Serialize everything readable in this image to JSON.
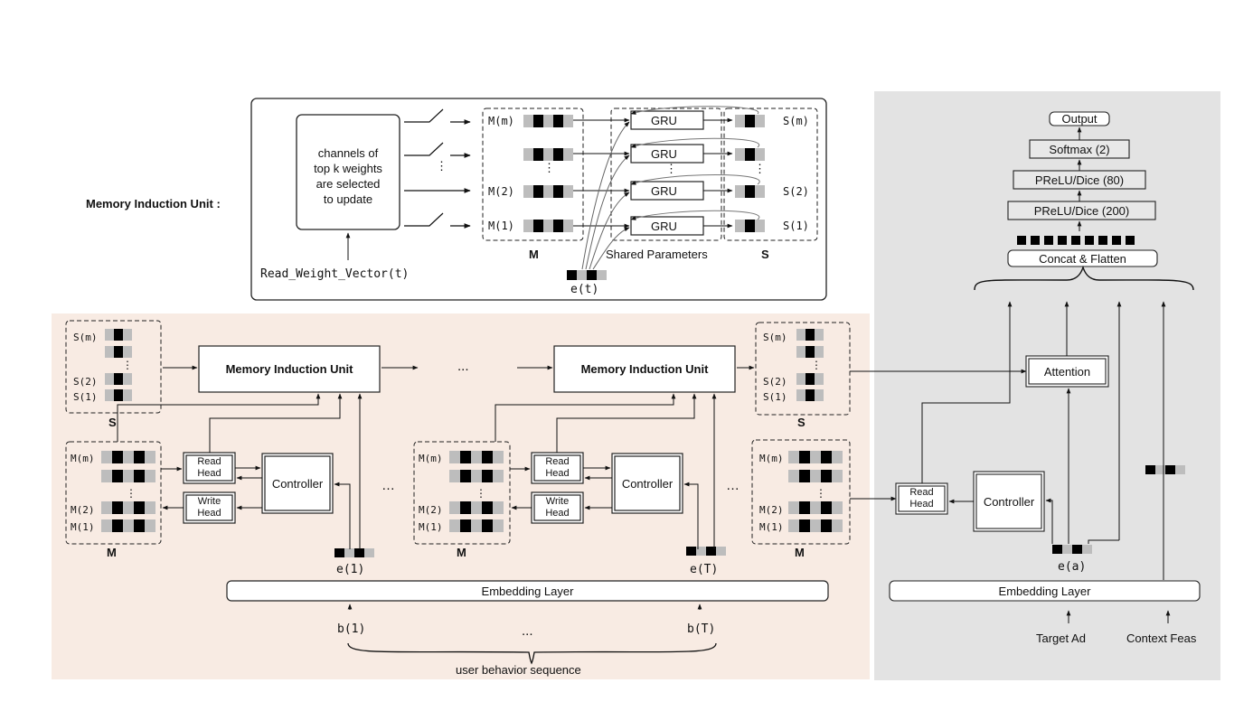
{
  "mi_panel": {
    "title": "Memory Induction Unit :",
    "channels_text": "channels of top k weights are selected to update",
    "channels_lines": [
      "channels of",
      "top k weights",
      "are selected",
      "to update"
    ],
    "read_weight_vector": "Read_Weight_Vector(t)",
    "memory_slots": [
      "M(m)",
      "M(2)",
      "M(1)"
    ],
    "memory_label": "M",
    "gru_label": "GRU",
    "shared_params": "Shared Parameters",
    "state_slots": [
      "S(m)",
      "S(2)",
      "S(1)"
    ],
    "state_label": "S",
    "input": "e(t)",
    "dots": "⋮"
  },
  "behavior": {
    "state_slots": [
      "S(m)",
      "S(2)",
      "S(1)"
    ],
    "state_label": "S",
    "memory_slots": [
      "M(m)",
      "M(2)",
      "M(1)"
    ],
    "memory_label": "M",
    "miu_label": "Memory Induction Unit",
    "read_head": "Read Head",
    "read_head_lines": [
      "Read",
      "Head"
    ],
    "write_head": "Write Head",
    "write_head_lines": [
      "Write",
      "Head"
    ],
    "controller": "Controller",
    "inputs": [
      "e(1)",
      "e(T)"
    ],
    "embedding": "Embedding Layer",
    "behaviors": [
      "b(1)",
      "b(T)"
    ],
    "sequence_label": "user behavior sequence",
    "ellipsis": "...",
    "ellipsis_alt": "…"
  },
  "right": {
    "output": "Output",
    "softmax": "Softmax (2)",
    "prelu80": "PReLU/Dice (80)",
    "prelu200": "PReLU/Dice (200)",
    "concat": "Concat & Flatten",
    "attention": "Attention",
    "read_head_lines": [
      "Read",
      "Head"
    ],
    "controller": "Controller",
    "input": "e(a)",
    "embedding": "Embedding Layer",
    "target_ad": "Target Ad",
    "context": "Context Feas"
  },
  "colors": {
    "left_panel_bg": "#f8ebe3",
    "right_panel_bg": "#e3e3e3",
    "cell_gray": "#bdbdbd",
    "cell_black": "#000000"
  }
}
